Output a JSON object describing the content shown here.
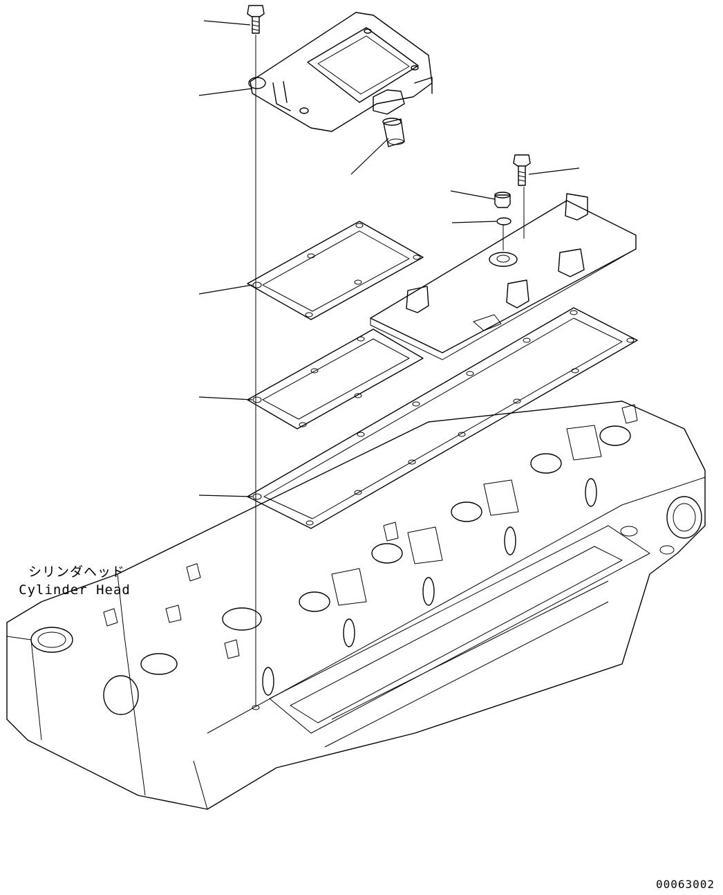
{
  "labels": {
    "japanese": "シリンダヘッド",
    "english": "Cylinder Head"
  },
  "drawing_number": "00063002",
  "colors": {
    "line": "#000000",
    "background": "#ffffff"
  }
}
